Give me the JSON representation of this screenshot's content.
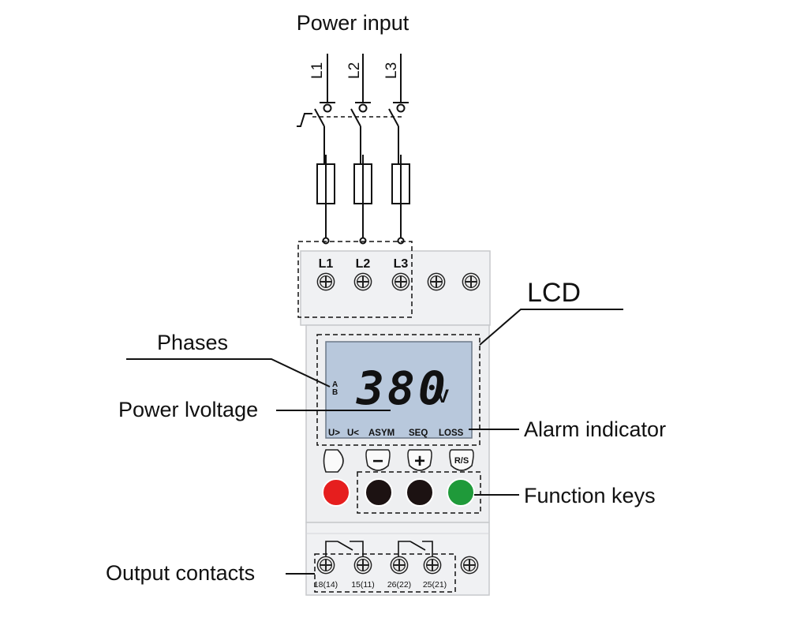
{
  "labels": {
    "power_input": "Power input",
    "lcd": "LCD",
    "phases": "Phases",
    "power_voltage": "Power lvoltage",
    "alarm_indicator": "Alarm indicator",
    "function_keys": "Function keys",
    "output_contacts": "Output contacts"
  },
  "lines": [
    "L1",
    "L2",
    "L3"
  ],
  "terminal_labels": [
    "L1",
    "L2",
    "L3"
  ],
  "display": {
    "phase_a": "A",
    "phase_b": "B",
    "voltage": "380",
    "unit": "V",
    "alarms": [
      "U>",
      "U<",
      "ASYM",
      "SEQ",
      "LOSS"
    ]
  },
  "keys": {
    "minus": "−",
    "plus": "+",
    "rs": "R/S"
  },
  "buttons": {
    "red": "#e61e1e",
    "dark1": "#1c1212",
    "dark2": "#1c1212",
    "green": "#1f9a3a"
  },
  "output_terminals": [
    "18(14)",
    "15(11)",
    "26(22)",
    "25(21)"
  ],
  "colors": {
    "lcd_screen": "#b8c8dc",
    "housing": "#f0f1f3",
    "housing_edge": "#c7c9cc"
  }
}
